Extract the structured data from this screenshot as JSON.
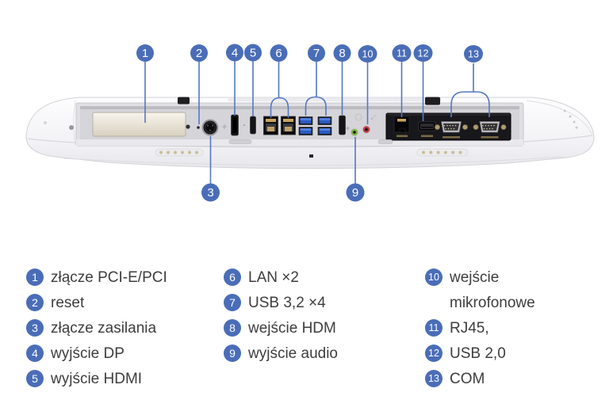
{
  "callouts": {
    "c1": "1",
    "c2": "2",
    "c3": "3",
    "c4": "4",
    "c5": "5",
    "c6": "6",
    "c7": "7",
    "c8": "8",
    "c9": "9",
    "c10": "10",
    "c11": "11",
    "c12": "12",
    "c13": "13"
  },
  "legend": {
    "col1": [
      {
        "n": "1",
        "label": "złącze PCI-E/PCI"
      },
      {
        "n": "2",
        "label": "reset"
      },
      {
        "n": "3",
        "label": "złącze zasilania"
      },
      {
        "n": "4",
        "label": "wyjście DP"
      },
      {
        "n": "5",
        "label": "wyjście HDMI"
      }
    ],
    "col2": [
      {
        "n": "6",
        "label": "LAN ×2"
      },
      {
        "n": "7",
        "label": "USB 3,2 ×4"
      },
      {
        "n": "8",
        "label": "wejście HDM"
      },
      {
        "n": "9",
        "label": "wyjście audio"
      }
    ],
    "col3": [
      {
        "n": "10",
        "label": "wejście",
        "label2": "mikrofonowe"
      },
      {
        "n": "11",
        "label": "RJ45,"
      },
      {
        "n": "12",
        "label": "USB 2,0"
      },
      {
        "n": "13",
        "label": "COM"
      }
    ]
  },
  "colors": {
    "badge_blue": "#4a6db8",
    "callout_line": "#5577c0",
    "legend_text": "#3d3d3f",
    "usb3_port_blue": "#2a5ac2",
    "audio_out_green": "#82b544",
    "mic_in_red": "#bf3a40"
  }
}
